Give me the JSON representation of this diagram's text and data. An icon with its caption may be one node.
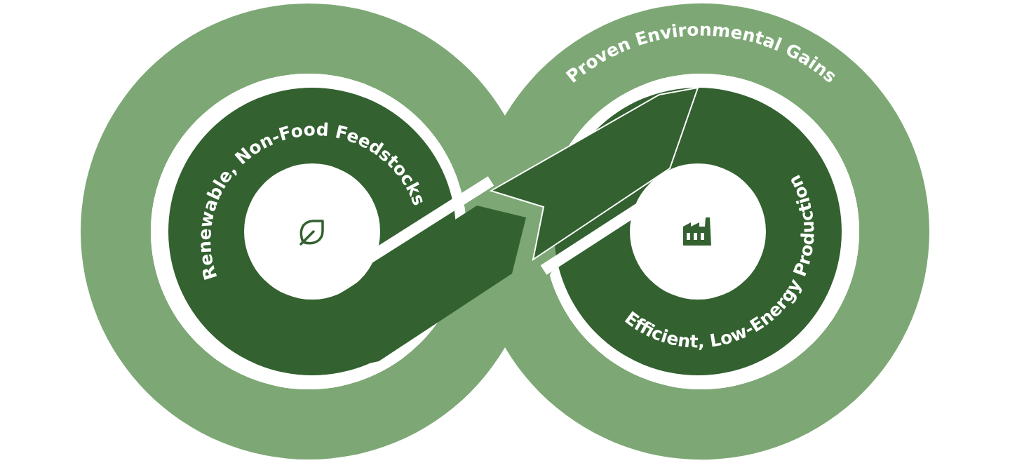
{
  "diagram": {
    "nodes": [
      {
        "text": [
          "Proven Environmental Gains"
        ]
      },
      {
        "text": [
          "Renewable, Non-Food Feedstocks"
        ],
        "in": 0
      },
      {
        "text": [
          "Efficient, Low-Energy Production"
        ],
        "in": 0
      }
    ]
  }
}
